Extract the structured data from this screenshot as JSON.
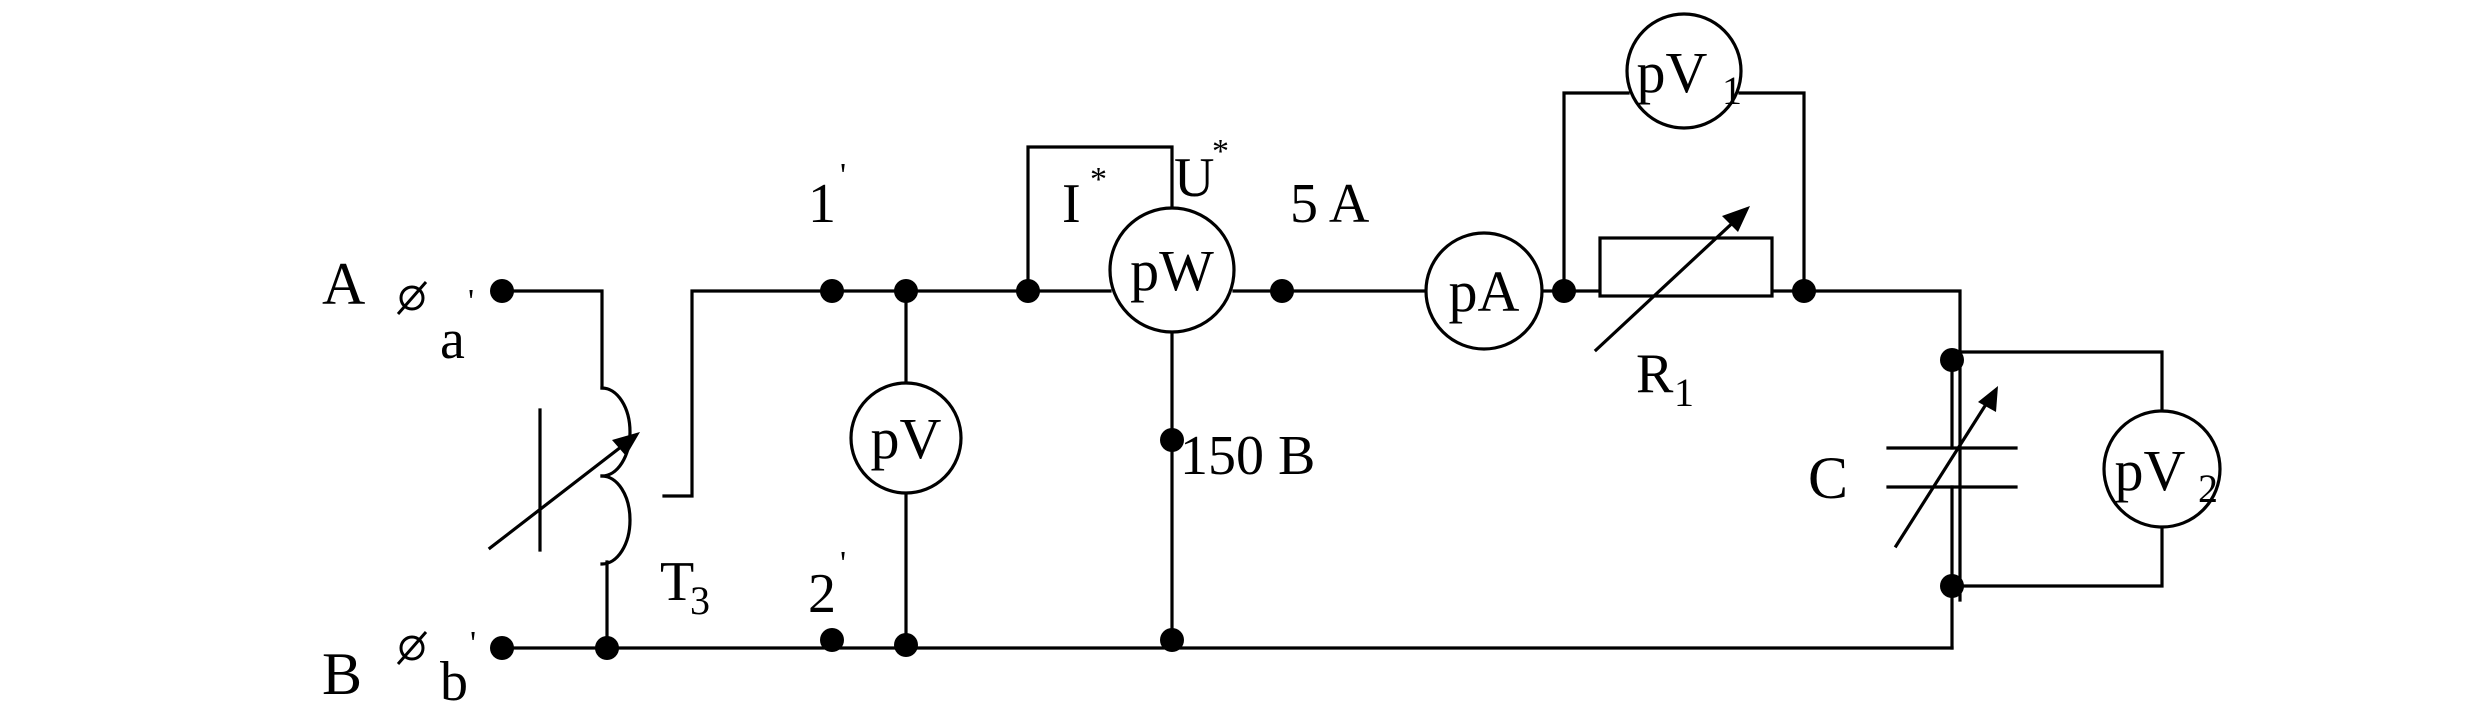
{
  "terminals": {
    "a_label": "A",
    "b_label": "B",
    "a_small": "a",
    "b_small": "b",
    "prime": "'"
  },
  "transformer": {
    "label": "T",
    "sub": "3"
  },
  "nodes": {
    "n1": "1",
    "n2": "2",
    "prime": "'"
  },
  "wattmeter": {
    "label": "pW",
    "current_label": "I",
    "voltage_label": "U",
    "star": "*",
    "current_range": "5 A",
    "voltage_range": "150 B"
  },
  "meters": {
    "voltmeter": "pV",
    "ammeter": "pA",
    "voltmeter1": "pV",
    "voltmeter1_sub": "1",
    "voltmeter2": "pV",
    "voltmeter2_sub": "2"
  },
  "resistor": {
    "label": "R",
    "sub": "1"
  },
  "capacitor": {
    "label": "C"
  }
}
